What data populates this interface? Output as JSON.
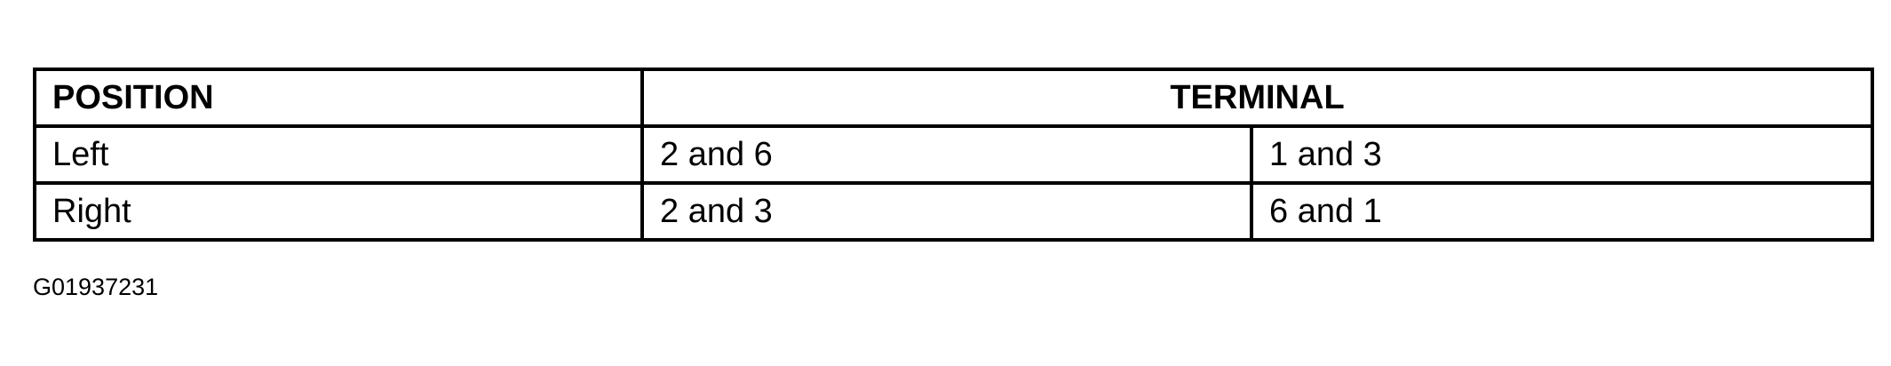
{
  "table": {
    "headers": {
      "position": "POSITION",
      "terminal": "TERMINAL"
    },
    "rows": [
      {
        "position": "Left",
        "terminal_a": "2 and 6",
        "terminal_b": "1 and 3"
      },
      {
        "position": "Right",
        "terminal_a": "2 and 3",
        "terminal_b": "6 and 1"
      }
    ]
  },
  "caption": "G01937231"
}
